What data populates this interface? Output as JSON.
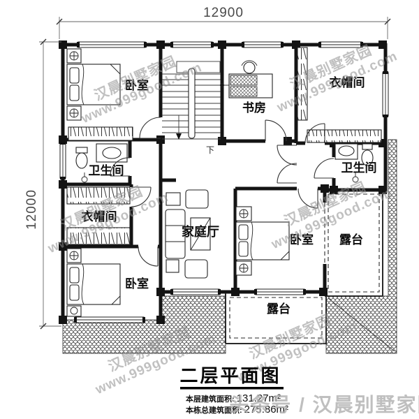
{
  "dimensions": {
    "width_top": "12900",
    "height_left": "12000"
  },
  "rooms": {
    "bedroom_top_left": "卧室",
    "study": "书房",
    "cloakroom_top_right": "衣帽间",
    "bathroom_left": "卫生间",
    "bathroom_right": "卫生间",
    "cloakroom_left": "衣帽间",
    "family_hall": "家庭厅",
    "bedroom_bottom_left": "卧室",
    "bedroom_bottom_right": "卧室",
    "terrace_right": "露台",
    "terrace_bottom": "露台"
  },
  "stairs": {
    "direction_label": "下"
  },
  "title_block": {
    "title": "二层平面图",
    "floor_area_label": "本层建筑面积:",
    "floor_area_value": "131.27m²",
    "total_area_label": "本栋总建筑面积:",
    "total_area_value": "275.86m²"
  },
  "watermarks": {
    "brand": "汉晨别墅家园",
    "website": "www.999good.com",
    "account": "头条号 / 汉晨别墅家园"
  },
  "colors": {
    "line": "#141414",
    "dim": "#4a4a4a",
    "wm": "#8e8e8e",
    "bg": "#ffffff"
  }
}
